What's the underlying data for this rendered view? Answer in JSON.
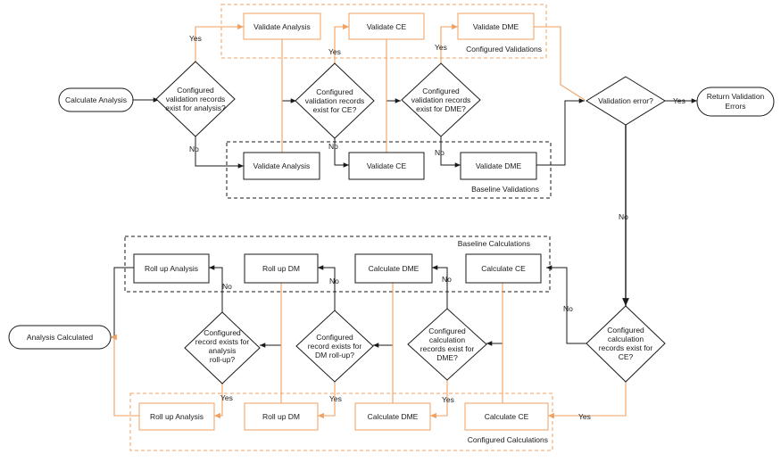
{
  "colors": {
    "orange": "#f0a060",
    "black": "#1a1a1a"
  },
  "terminals": {
    "start": "Calculate Analysis",
    "return_errors": [
      "Return Validation",
      "Errors"
    ],
    "end": "Analysis Calculated"
  },
  "groups": {
    "configured_validations": "Configured Validations",
    "baseline_validations": "Baseline Validations",
    "baseline_calculations": "Baseline Calculations",
    "configured_calculations": "Configured Calculations"
  },
  "boxes": {
    "cv_analysis": "Validate Analysis",
    "cv_ce": "Validate CE",
    "cv_dme": "Validate DME",
    "bv_analysis": "Validate Analysis",
    "bv_ce": "Validate CE",
    "bv_dme": "Validate DME",
    "bc_rollup_analysis": "Roll up Analysis",
    "bc_rollup_dm": "Roll up DM",
    "bc_calc_dme": "Calculate DME",
    "bc_calc_ce": "Calculate CE",
    "cc_rollup_analysis": "Roll up Analysis",
    "cc_rollup_dm": "Roll up DM",
    "cc_calc_dme": "Calculate DME",
    "cc_calc_ce": "Calculate CE"
  },
  "decisions": {
    "d_analysis": [
      "Configured",
      "validation records",
      "exist for analysis?"
    ],
    "d_ce": [
      "Configured",
      "validation records",
      "exist for CE?"
    ],
    "d_dme": [
      "Configured",
      "validation records",
      "exist for DME?"
    ],
    "d_error": [
      "Validation error?"
    ],
    "d_calc_ce": [
      "Configured",
      "calculation",
      "records exist for",
      "CE?"
    ],
    "d_calc_dme": [
      "Configured",
      "calculation",
      "records exist for",
      "DME?"
    ],
    "d_rollup_dm": [
      "Configured",
      "record exists for",
      "DM roll-up?"
    ],
    "d_rollup_analysis": [
      "Configured",
      "record exists for",
      "analysis",
      "roll-up?"
    ]
  },
  "labels": {
    "yes": "Yes",
    "no": "No"
  }
}
